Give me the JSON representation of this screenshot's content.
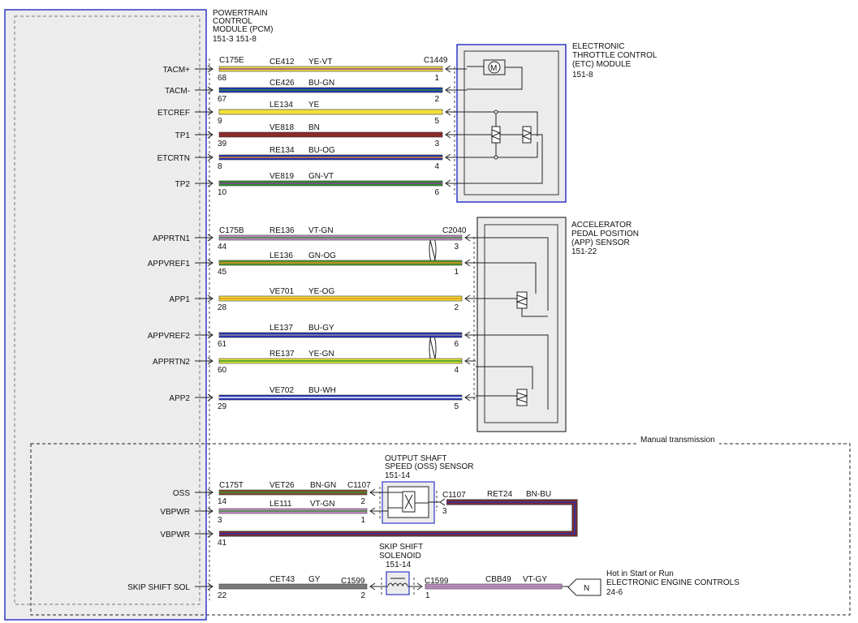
{
  "pcm": {
    "title": [
      "POWERTRAIN",
      "CONTROL",
      "MODULE (PCM)",
      "151-3  151-8"
    ]
  },
  "etc": {
    "title": [
      "ELECTRONIC",
      "THROTTLE CONTROL",
      "(ETC) MODULE",
      "151-8"
    ],
    "motor_symbol": "M"
  },
  "app_sensor": {
    "title": [
      "ACCELERATOR",
      "PEDAL POSITION",
      "(APP) SENSOR",
      "151-22"
    ]
  },
  "manual_trans_label": "Manual transmission",
  "oss_sensor": {
    "title": [
      "OUTPUT SHAFT",
      "SPEED (OSS) SENSOR",
      "151-14"
    ]
  },
  "skip_solenoid": {
    "title": [
      "SKIP SHIFT",
      "SOLENOID",
      "151-14"
    ]
  },
  "connectors": {
    "pcm_top": "C175E",
    "etc": "C1449",
    "pcm_app": "C175B",
    "app": "C2040",
    "pcm_trans": "C175T",
    "oss_in": "C1107",
    "oss_out": "C1107",
    "pcm_skip_right": "C1599",
    "skip_out": "C1599"
  },
  "etc_wires": [
    {
      "signal": "TACM+",
      "circuit": "CE412",
      "color_code": "YE-VT",
      "pin_pcm": "68",
      "pin_dev": "1",
      "colors": [
        "#f2e23a",
        "#8a3b9c"
      ]
    },
    {
      "signal": "TACM-",
      "circuit": "CE426",
      "color_code": "BU-GN",
      "pin_pcm": "67",
      "pin_dev": "2",
      "colors": [
        "#2432b8",
        "#2f8f2f"
      ]
    },
    {
      "signal": "ETCREF",
      "circuit": "LE134",
      "color_code": "YE",
      "pin_pcm": "9",
      "pin_dev": "5",
      "colors": [
        "#f2e23a",
        "#f2e23a"
      ]
    },
    {
      "signal": "TP1",
      "circuit": "VE818",
      "color_code": "BN",
      "pin_pcm": "39",
      "pin_dev": "3",
      "colors": [
        "#8a2a2a",
        "#8a2a2a"
      ]
    },
    {
      "signal": "ETCRTN",
      "circuit": "RE134",
      "color_code": "BU-OG",
      "pin_pcm": "8",
      "pin_dev": "4",
      "colors": [
        "#2432b8",
        "#e08a20"
      ]
    },
    {
      "signal": "TP2",
      "circuit": "VE819",
      "color_code": "GN-VT",
      "pin_pcm": "10",
      "pin_dev": "6",
      "colors": [
        "#2f8f2f",
        "#8a3b9c"
      ]
    }
  ],
  "app_wires": [
    {
      "signal": "APPRTN1",
      "circuit": "RE136",
      "color_code": "VT-GN",
      "pin_pcm": "44",
      "pin_dev": "3",
      "colors": [
        "#c98acb",
        "#2f8f2f"
      ]
    },
    {
      "signal": "APPVREF1",
      "circuit": "LE136",
      "color_code": "GN-OG",
      "pin_pcm": "45",
      "pin_dev": "1",
      "colors": [
        "#4f9a2a",
        "#e08a20"
      ]
    },
    {
      "signal": "APP1",
      "circuit": "VE701",
      "color_code": "YE-OG",
      "pin_pcm": "28",
      "pin_dev": "2",
      "colors": [
        "#f2e23a",
        "#e08a20"
      ]
    },
    {
      "signal": "APPVREF2",
      "circuit": "LE137",
      "color_code": "BU-GY",
      "pin_pcm": "61",
      "pin_dev": "6",
      "colors": [
        "#2432b8",
        "#8c8c8c"
      ]
    },
    {
      "signal": "APPRTN2",
      "circuit": "RE137",
      "color_code": "YE-GN",
      "pin_pcm": "60",
      "pin_dev": "4",
      "colors": [
        "#e6e636",
        "#2f8f2f"
      ]
    },
    {
      "signal": "APP2",
      "circuit": "VE702",
      "color_code": "BU-WH",
      "pin_pcm": "29",
      "pin_dev": "5",
      "colors": [
        "#2432b8",
        "#ffffff"
      ]
    }
  ],
  "oss_wires": [
    {
      "signal": "OSS",
      "circuit": "VET26",
      "color_code": "BN-GN",
      "pin_pcm": "14",
      "pin_dev": "2",
      "colors": [
        "#8a4a30",
        "#2f8f2f"
      ]
    },
    {
      "signal": "VBPWR",
      "circuit": "LE111",
      "color_code": "VT-GN",
      "pin_pcm": "3",
      "pin_dev": "1",
      "colors": [
        "#c98acb",
        "#2f8f2f"
      ]
    }
  ],
  "vbpwr_bus": {
    "signal": "VBPWR",
    "pin_pcm": "41",
    "circuit": "RET24",
    "color_code": "BN-BU",
    "pin_dev": "3",
    "colors": [
      "#8a2a2a",
      "#2432b8"
    ]
  },
  "skip_wire": {
    "signal": "SKIP SHIFT SOL",
    "circuit": "CET43",
    "color_code": "GY",
    "pin_pcm": "22",
    "pin_dev": "2",
    "colors": [
      "#7a7a7a",
      "#7a7a7a"
    ]
  },
  "skip_out_wire": {
    "circuit": "CBB49",
    "color_code": "VT-GY",
    "pin": "1",
    "colors": [
      "#c98acb",
      "#8c8c8c"
    ]
  },
  "node_label": "N",
  "hot_note": [
    "Hot in Start or Run",
    "ELECTRONIC ENGINE CONTROLS",
    "24-6"
  ]
}
